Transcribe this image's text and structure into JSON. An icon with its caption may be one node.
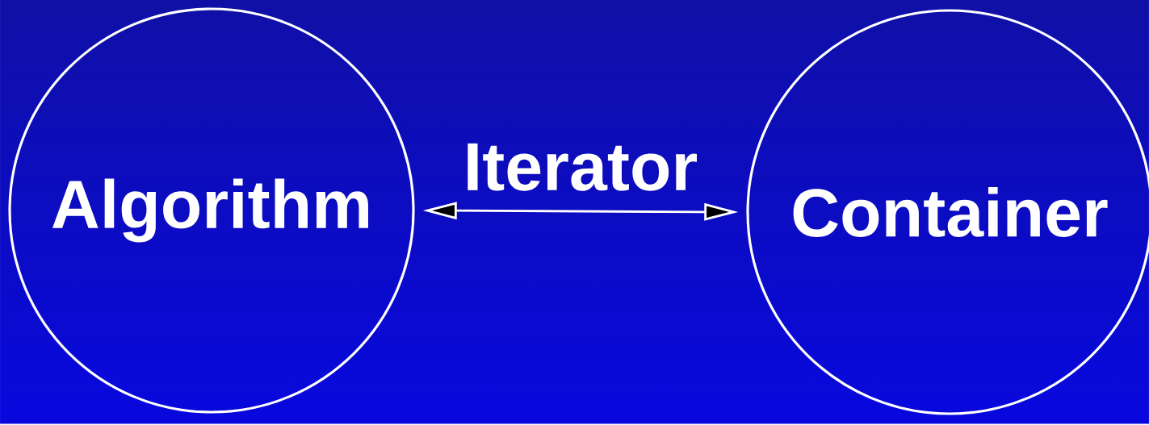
{
  "diagram": {
    "nodes": [
      {
        "text": [
          "Algorithm"
        ]
      },
      {
        "text": [
          "Container"
        ]
      }
    ],
    "edges": [
      {
        "from": 0,
        "to": 1,
        "arrow": "both",
        "label": "Iterator"
      }
    ]
  }
}
